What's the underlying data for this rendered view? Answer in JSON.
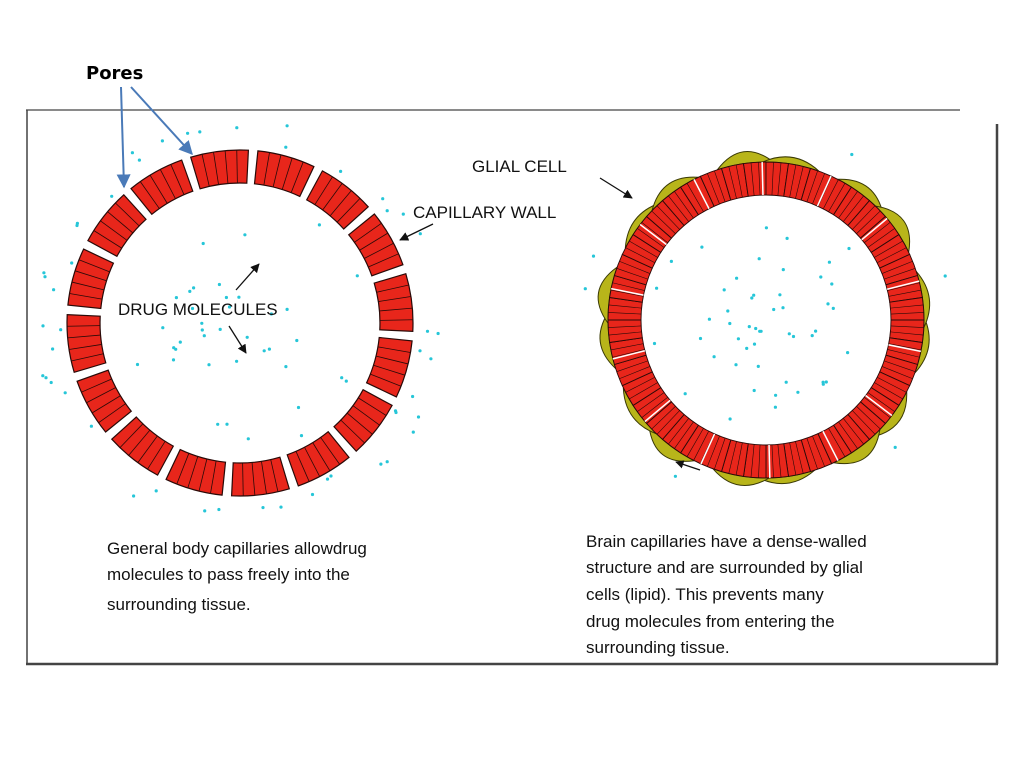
{
  "labels": {
    "pores": "Pores",
    "glial_cell": "GLIAL CELL",
    "capillary_wall": "CAPILLARY WALL",
    "drug_molecules": "DRUG MOLECULES"
  },
  "captions": {
    "left": [
      "General body capillaries allowdrug",
      "molecules to pass freely into the",
      "surrounding tissue."
    ],
    "right": [
      "Brain capillaries have a dense-walled",
      "structure and are surrounded by glial",
      "cells (lipid).  This prevents many",
      "drug molecules from entering the",
      "surrounding tissue."
    ]
  },
  "colors": {
    "wall_fill": "#e8261b",
    "wall_stroke": "#2a0a08",
    "glial_fill": "#b8b51a",
    "molecule": "#26c6d8",
    "pores_arrow": "#4a7ab8",
    "frame": "#333333"
  },
  "left_capillary": {
    "segments": 16
  },
  "right_capillary": {
    "segments": 44,
    "glial_cells": 16
  }
}
